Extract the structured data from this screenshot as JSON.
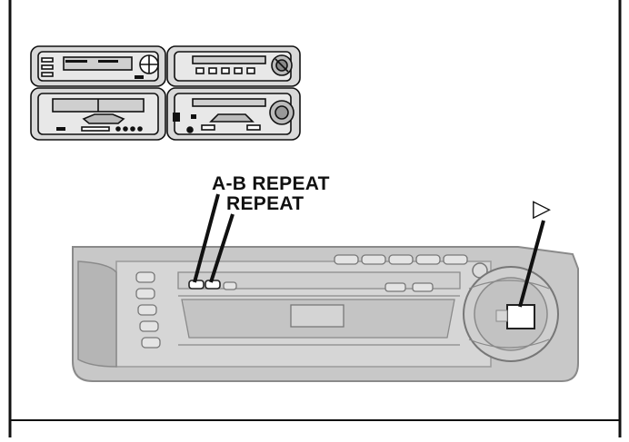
{
  "labels": {
    "ab_repeat": "A-B REPEAT",
    "repeat": "REPEAT",
    "play_symbol": "▷"
  },
  "colors": {
    "outline": "#111111",
    "panel_fill": "#c8c8c8",
    "panel_dark": "#a9a9a9",
    "panel_light": "#dedede",
    "mini_fill": "#d9d9d9"
  },
  "icons": [
    "system-overview-icon",
    "cd-deck-panel",
    "play-symbol-icon"
  ]
}
